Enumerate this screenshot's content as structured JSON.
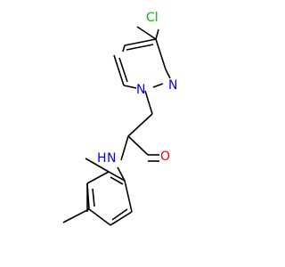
{
  "molecule": {
    "colors": {
      "bond": "#000000",
      "carbon": "#000000",
      "nitrogen": "#0000ff",
      "oxygen": "#ff0000",
      "chlorine": "#00c000"
    },
    "atoms": {
      "cl": "Cl",
      "n_pyrazole_1": "N",
      "n_pyrazole_2": "N",
      "o_carbonyl": "O",
      "n_amide": "N",
      "h_amide": "H"
    }
  }
}
